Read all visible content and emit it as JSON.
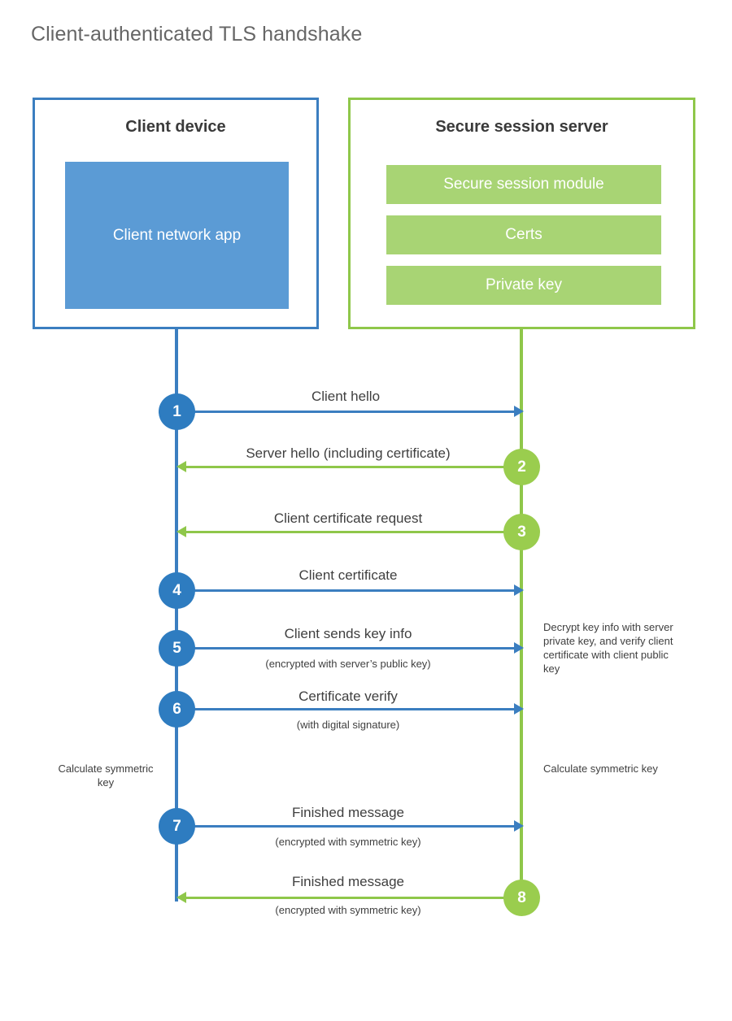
{
  "title": "Client-authenticated TLS handshake",
  "colors": {
    "client_blue": "#3b7ec0",
    "client_app_fill": "#5b9bd5",
    "server_green": "#8fc74a",
    "server_module_fill": "#a8d474",
    "step_blue": "#2e7cc0",
    "step_green": "#9acd4e",
    "title_gray": "#666666",
    "text_gray": "#3f3f3f"
  },
  "client": {
    "title": "Client device",
    "app_label": "Client network app"
  },
  "server": {
    "title": "Secure session server",
    "modules": [
      {
        "label": "Secure session module"
      },
      {
        "label": "Certs"
      },
      {
        "label": "Private key"
      }
    ]
  },
  "steps": [
    {
      "number": "1",
      "label": "Client hello",
      "sub": "",
      "direction": "client-to-server",
      "color": "blue"
    },
    {
      "number": "2",
      "label": "Server hello (including certificate)",
      "sub": "",
      "direction": "server-to-client",
      "color": "green"
    },
    {
      "number": "3",
      "label": "Client certificate request",
      "sub": "",
      "direction": "server-to-client",
      "color": "green"
    },
    {
      "number": "4",
      "label": "Client certificate",
      "sub": "",
      "direction": "client-to-server",
      "color": "blue"
    },
    {
      "number": "5",
      "label": "Client sends key info",
      "sub": "(encrypted with server’s public key)",
      "direction": "client-to-server",
      "color": "blue"
    },
    {
      "number": "6",
      "label": "Certificate verify",
      "sub": "(with digital signature)",
      "direction": "client-to-server",
      "color": "blue"
    },
    {
      "number": "7",
      "label": "Finished message",
      "sub": "(encrypted with symmetric key)",
      "direction": "client-to-server",
      "color": "blue"
    },
    {
      "number": "8",
      "label": "Finished message",
      "sub": "(encrypted with symmetric key)",
      "direction": "server-to-client",
      "color": "green"
    }
  ],
  "annotations": {
    "server_decrypt": "Decrypt key info with server private key, and verify client certificate with client public key",
    "client_calculate": "Calculate symmetric key",
    "server_calculate": "Calculate symmetric key"
  }
}
